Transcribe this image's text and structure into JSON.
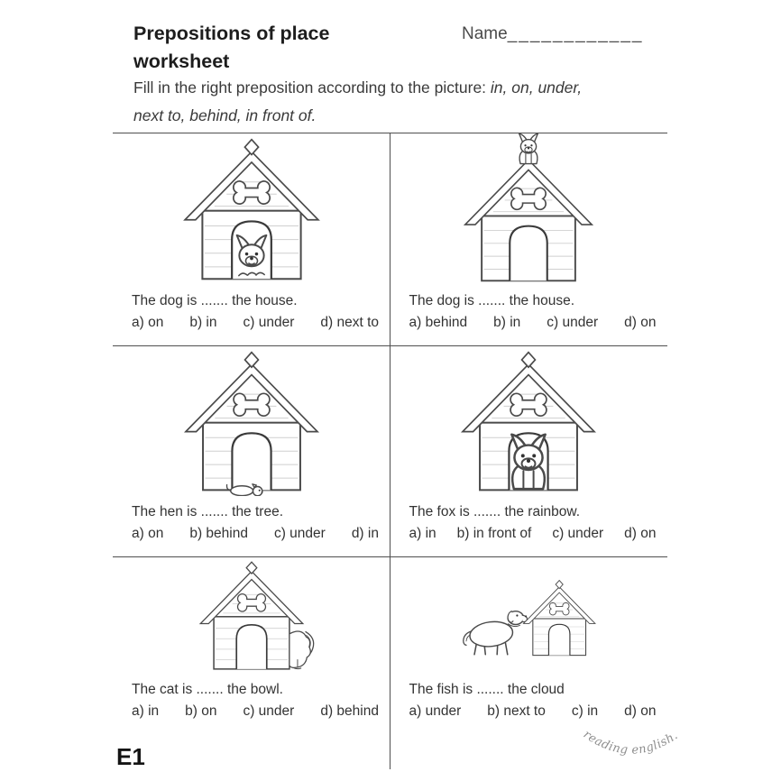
{
  "header": {
    "title_line1": "Prepositions of place",
    "title_line2": "worksheet",
    "name_label": "Name",
    "name_blank": "____________",
    "instructions_regular": "Fill in the right preposition according to the picture: ",
    "instructions_italic_a": "in, on, under,",
    "instructions_italic_b": "next to, behind, in front of."
  },
  "exercises": [
    {
      "question": "The dog is  ....... the house.",
      "options": [
        "a) on",
        "b) in",
        "c) under",
        "d) next to"
      ],
      "picture_alt": "dog inside the doghouse"
    },
    {
      "question": "The dog is  ....... the house.",
      "options": [
        "a) behind",
        "b) in",
        "c) under",
        "d) on"
      ],
      "picture_alt": "dog on top of the doghouse"
    },
    {
      "question": "The hen is  ....... the tree.",
      "options": [
        "a) on",
        "b) behind",
        "c) under",
        "d) in"
      ],
      "picture_alt": "puppy under the doghouse"
    },
    {
      "question": "The fox is  ....... the rainbow.",
      "options": [
        "a) in",
        "b) in front of",
        "c) under",
        "d) on"
      ],
      "picture_alt": "dog in front of the doghouse door"
    },
    {
      "question": "The cat is  ....... the bowl.",
      "options": [
        "a) in",
        "b) on",
        "c) under",
        "d) behind"
      ],
      "picture_alt": "animal behind the doghouse"
    },
    {
      "question": "The fish is  ....... the cloud",
      "options": [
        "a) under",
        "b) next to",
        "c) in",
        "d) on"
      ],
      "picture_alt": "dog next to the doghouse"
    }
  ],
  "footer": {
    "level": "E1",
    "watermark": "reading english."
  },
  "colors": {
    "ink": "#333333",
    "title_ink": "#1d1d1d",
    "grid_line": "#4f4f4f",
    "plank_line": "#cfcfcf",
    "watermark_ink": "#8f8f8f"
  }
}
